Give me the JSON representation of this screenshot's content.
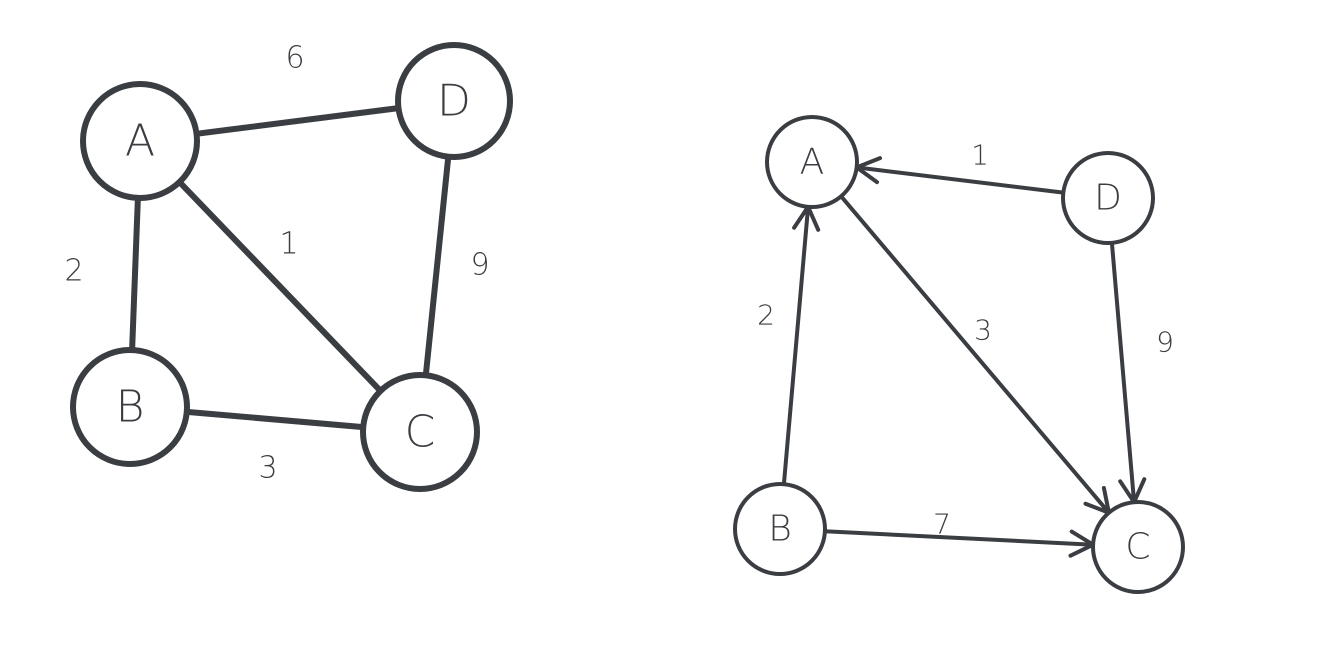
{
  "colors": {
    "ink": "#3a3d42",
    "background": "#ffffff"
  },
  "graphs": [
    {
      "kind": "undirected",
      "nodes": [
        {
          "id": "A",
          "label": "A"
        },
        {
          "id": "D",
          "label": "D"
        },
        {
          "id": "B",
          "label": "B"
        },
        {
          "id": "C",
          "label": "C"
        }
      ],
      "edges": [
        {
          "id": "AD",
          "from": "A",
          "to": "D",
          "weight": "6"
        },
        {
          "id": "AB",
          "from": "A",
          "to": "B",
          "weight": "2"
        },
        {
          "id": "AC",
          "from": "A",
          "to": "C",
          "weight": "1"
        },
        {
          "id": "DC",
          "from": "D",
          "to": "C",
          "weight": "9"
        },
        {
          "id": "BC",
          "from": "B",
          "to": "C",
          "weight": "3"
        }
      ]
    },
    {
      "kind": "directed",
      "nodes": [
        {
          "id": "A",
          "label": "A"
        },
        {
          "id": "D",
          "label": "D"
        },
        {
          "id": "B",
          "label": "B"
        },
        {
          "id": "C",
          "label": "C"
        }
      ],
      "edges": [
        {
          "id": "DA",
          "from": "D",
          "to": "A",
          "weight": "1"
        },
        {
          "id": "BA",
          "from": "B",
          "to": "A",
          "weight": "2"
        },
        {
          "id": "AC",
          "from": "A",
          "to": "C",
          "weight": "3"
        },
        {
          "id": "DC",
          "from": "D",
          "to": "C",
          "weight": "9"
        },
        {
          "id": "BC",
          "from": "B",
          "to": "C",
          "weight": "7"
        }
      ]
    }
  ]
}
